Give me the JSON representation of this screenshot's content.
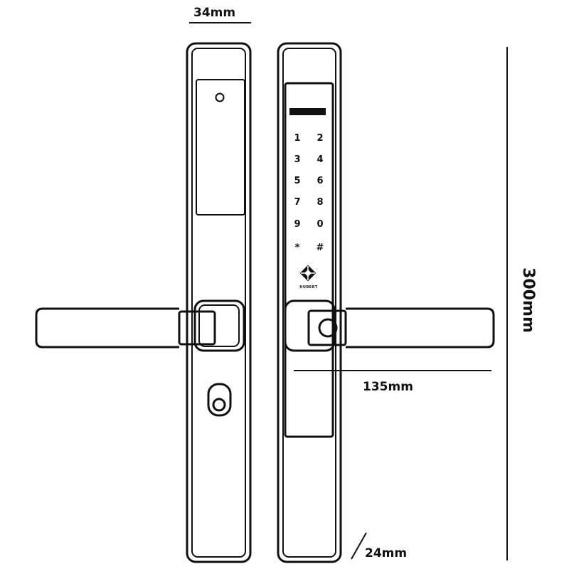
{
  "dimensions": {
    "width_top": "34mm",
    "height": "300mm",
    "handle_length": "135mm",
    "depth": "24mm"
  },
  "keypad": {
    "keys": [
      [
        "1",
        "2"
      ],
      [
        "3",
        "4"
      ],
      [
        "5",
        "6"
      ],
      [
        "7",
        "8"
      ],
      [
        "9",
        "0"
      ],
      [
        "*",
        "#"
      ]
    ]
  },
  "brand": {
    "name": "HUBERT"
  }
}
